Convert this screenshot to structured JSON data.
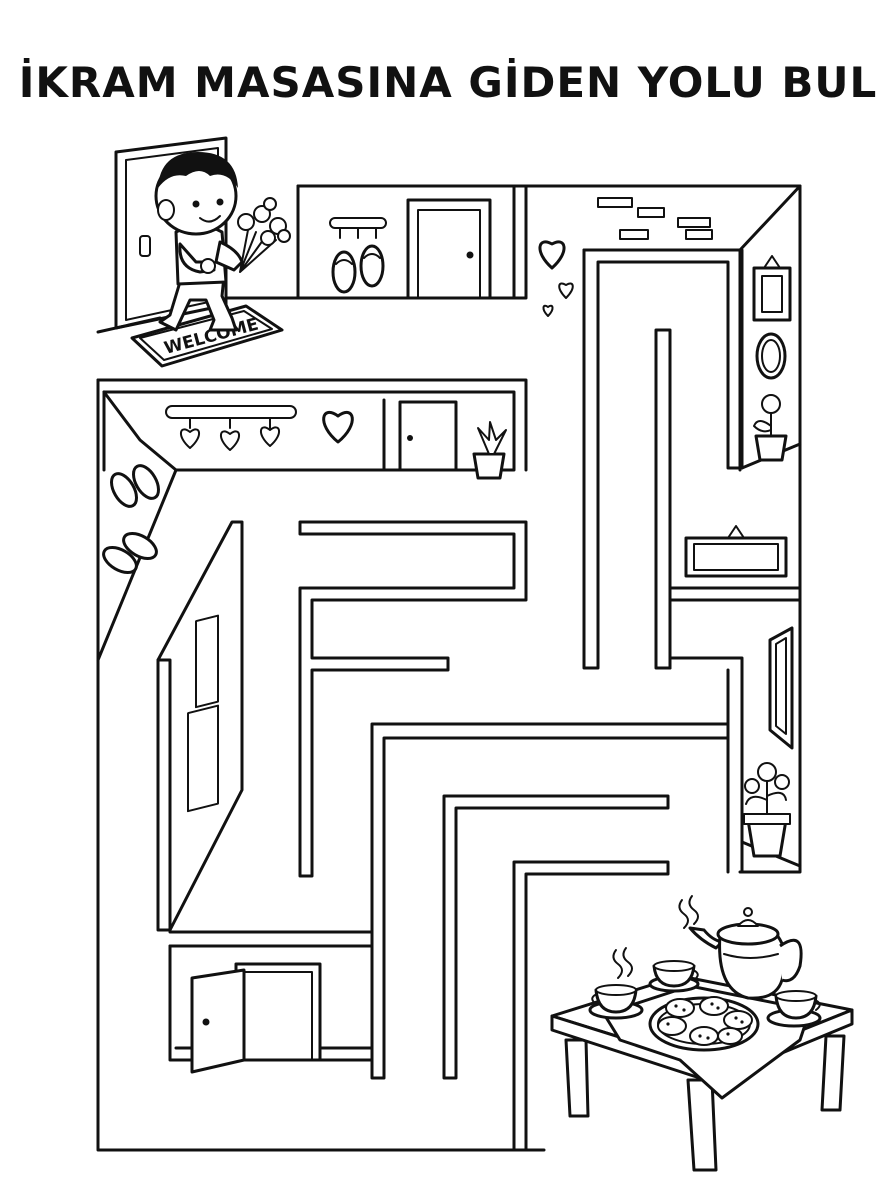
{
  "page": {
    "title": "İKRAM MASASINA GİDEN YOLU BUL",
    "doormat_text": "WELCOME"
  },
  "colors": {
    "line": "#111111",
    "background": "#ffffff"
  },
  "icons": {
    "start": "boy-with-flowers",
    "goal": "tea-table-with-cookies",
    "decorations": [
      "door",
      "slippers",
      "coat-hooks",
      "hearts",
      "potted-plant",
      "picture-frame",
      "mirror",
      "bricks",
      "teapot",
      "teacup",
      "steam"
    ]
  }
}
